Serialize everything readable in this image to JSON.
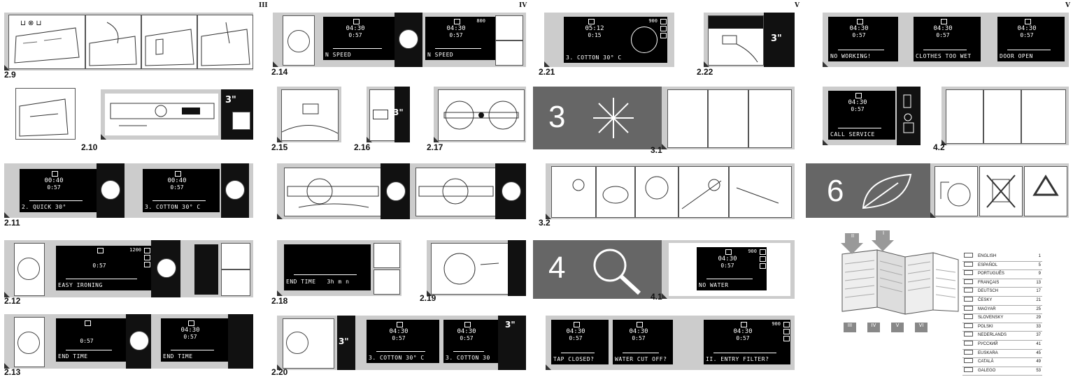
{
  "page_numbers": [
    "III",
    "IV",
    "V",
    "V"
  ],
  "figure_labels": {
    "f2_9": "2.9",
    "f2_10": "2.10",
    "f2_11": "2.11",
    "f2_12": "2.12",
    "f2_13": "2.13",
    "f2_14": "2.14",
    "f2_15": "2.15",
    "f2_16": "2.16",
    "f2_17": "2.17",
    "f2_18": "2.18",
    "f2_19": "2.19",
    "f2_20": "2.20",
    "f2_21": "2.21",
    "f2_22": "2.22",
    "f3_1": "3.1",
    "f3_2": "3.2",
    "f4_1": "4.1",
    "f4_2": "4.2"
  },
  "seconds_labels": {
    "s2_10": "3\"",
    "s2_16": "3\"",
    "s2_20": "3\"",
    "s2_22": "3\""
  },
  "sections": {
    "s3": "3",
    "s4": "4",
    "s6": "6"
  },
  "displays": {
    "d2_11a": {
      "time": "00:40",
      "sub": "0:57",
      "text": "2. QUICK 30°"
    },
    "d2_11b": {
      "time": "00:40",
      "sub": "0:57",
      "text": "3. COTTON 30° C"
    },
    "d2_12": {
      "rpm": "1200",
      "sub": "0:57",
      "text": "EASY IRONING"
    },
    "d2_13a": {
      "sub": "0:57",
      "text": "END TIME"
    },
    "d2_13b": {
      "time": "04:30",
      "sub": "0:57",
      "text": "END TIME"
    },
    "d2_14a": {
      "time": "04:30",
      "sub": "0:57",
      "text": "N SPEED"
    },
    "d2_14b": {
      "time": "04:30",
      "rpm": "800",
      "sub": "0:57",
      "text": "N SPEED"
    },
    "d2_18": {
      "text": "END TIME",
      "extra": "3h m n"
    },
    "d2_20a": {
      "time": "04:30",
      "sub": "0:57",
      "text": "3. COTTON 30° C"
    },
    "d2_20b": {
      "time": "04:30",
      "sub": "0:57",
      "text": "3. COTTON 30"
    },
    "d2_21": {
      "time": "05:12",
      "rpm": "900",
      "sub": "0:15",
      "text": "3. COTTON 30° C"
    },
    "d3_2": {
      "time": "04:30",
      "rpm": "900",
      "sub": "0:57",
      "text": "NO WATER"
    },
    "d4a": {
      "time": "04:30",
      "sub": "0:57",
      "text": "TAP CLOSED?"
    },
    "d4b": {
      "time": "04:30",
      "sub": "0:57",
      "text": "WATER CUT OFF?"
    },
    "d4c": {
      "time": "04:30",
      "rpm": "900",
      "sub": "0:57",
      "text": "II. ENTRY FILTER?"
    },
    "d5a": {
      "time": "04:30",
      "sub": "0:57",
      "text": "NO WORKING!"
    },
    "d5b": {
      "time": "04:30",
      "sub": "0:57",
      "text": "CLOTHES TOO WET"
    },
    "d5c": {
      "time": "04:30",
      "sub": "0:57",
      "text": "DOOR OPEN"
    },
    "d5d": {
      "time": "04:30",
      "sub": "0:57",
      "text": "CALL SERVICE"
    }
  },
  "fold_labels": [
    "II",
    "I",
    "III",
    "IV",
    "V",
    "VI"
  ],
  "languages": [
    {
      "name": "ENGLISH",
      "page": "1"
    },
    {
      "name": "ESPAÑOL",
      "page": "5"
    },
    {
      "name": "PORTUGUÊS",
      "page": "9"
    },
    {
      "name": "FRANÇAIS",
      "page": "13"
    },
    {
      "name": "DEUTSCH",
      "page": "17"
    },
    {
      "name": "ČESKY",
      "page": "21"
    },
    {
      "name": "MAGYAR",
      "page": "25"
    },
    {
      "name": "SLOVENSKY",
      "page": "29"
    },
    {
      "name": "POLSKI",
      "page": "33"
    },
    {
      "name": "NEDERLANDS",
      "page": "37"
    },
    {
      "name": "РУССКИЙ",
      "page": "41"
    },
    {
      "name": "EUSKARA",
      "page": "45"
    },
    {
      "name": "CATALÀ",
      "page": "49"
    },
    {
      "name": "GALEGO",
      "page": "53"
    }
  ]
}
